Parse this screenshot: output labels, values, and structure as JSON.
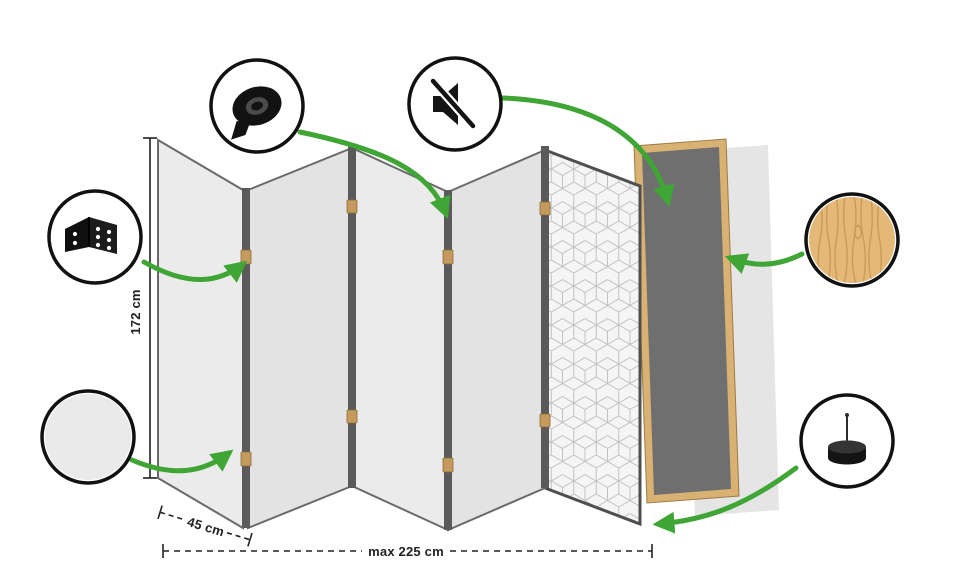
{
  "dimensions": {
    "height": "172 cm",
    "panel_width": "45 cm",
    "max_width": "max 225 cm"
  },
  "colors": {
    "arrow": "#3fa535",
    "panel_light": "#ebebeb",
    "panel_shaded": "#e3e3e3",
    "panel_edge": "#5a5a5a",
    "panel_dark_face": "#6f6f6f",
    "wood_frame": "#d9b273",
    "hinge_wood": "#c49a5d",
    "pattern_background": "#f5f5f5",
    "pattern_lines": "#c2c2c2",
    "icon_ring": "#111111"
  },
  "icons": [
    {
      "name": "hinge-icon"
    },
    {
      "name": "adhesive-tape-icon"
    },
    {
      "name": "sound-off-icon"
    },
    {
      "name": "wood-texture-icon"
    },
    {
      "name": "fabric-texture-icon"
    },
    {
      "name": "felt-pad-icon"
    }
  ]
}
